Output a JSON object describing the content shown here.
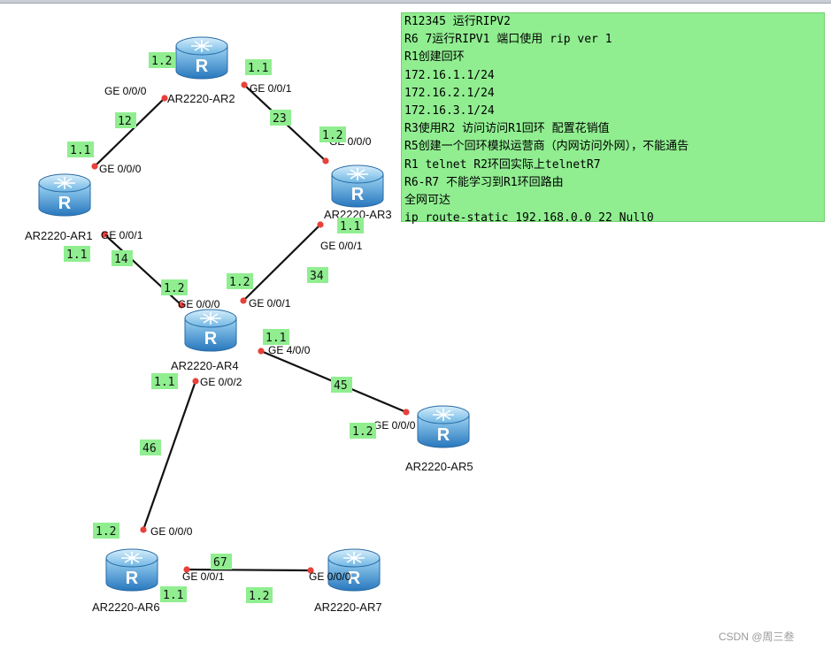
{
  "notes": [
    "R12345 运行RIPV2",
    "R6 7运行RIPV1 端口使用 rip ver 1",
    "R1创建回环",
    "172.16.1.1/24",
    "172.16.2.1/24",
    "172.16.3.1/24",
    "R3使用R2 访问访问R1回环 配置花销值",
    "R5创建一个回环模拟运营商（内网访问外网），不能通告",
    "R1 telnet R2环回实际上telnetR7",
    "R6-R7 不能学习到R1环回路由",
    "全网可达",
    "ip route-static 192.168.0.0 22 Null0"
  ],
  "routers": {
    "ar1": {
      "name": "AR2220-AR1",
      "icon": "R"
    },
    "ar2": {
      "name": "AR2220-AR2",
      "icon": "R"
    },
    "ar3": {
      "name": "AR2220-AR3",
      "icon": "R"
    },
    "ar4": {
      "name": "AR2220-AR4",
      "icon": "R"
    },
    "ar5": {
      "name": "AR2220-AR5",
      "icon": "R"
    },
    "ar6": {
      "name": "AR2220-AR6",
      "icon": "R"
    },
    "ar7": {
      "name": "AR2220-AR7",
      "icon": "R"
    }
  },
  "links": {
    "l12": "12",
    "l23": "23",
    "l14": "14",
    "l34": "34",
    "l45": "45",
    "l46": "46",
    "l67": "67"
  },
  "ports": {
    "ar2_g000": "GE 0/0/0",
    "ar2_g001": "GE 0/0/1",
    "ar3_g000": "GE 0/0/0",
    "ar3_g001": "GE 0/0/1",
    "ar1_g000": "GE 0/0/0",
    "ar1_g001": "GE 0/0/1",
    "ar4_g000": "GE 0/0/0",
    "ar4_g001": "GE 0/0/1",
    "ar4_g400": "GE 4/0/0",
    "ar4_g002": "GE 0/0/2",
    "ar5_g000": "GE 0/0/0",
    "ar6_g000": "GE 0/0/0",
    "ar6_g001": "GE 0/0/1",
    "ar7_g000": "GE 0/0/0"
  },
  "addrs": {
    "ar2_left": "1.2",
    "ar2_right": "1.1",
    "ar3_top": "1.2",
    "ar3_bottom": "1.1",
    "ar1_top": "1.1",
    "ar1_bottom": "1.1",
    "ar4_left": "1.2",
    "ar4_top": "1.2",
    "ar4_right": "1.1",
    "ar4_bottom": "1.1",
    "ar5": "1.2",
    "ar6_top": "1.2",
    "ar6_right": "1.1",
    "ar7": "1.2"
  },
  "watermark": "CSDN @周三叁",
  "colors": {
    "note_bg": "#90ee90",
    "tag_bg": "#90ee90",
    "port_dot": "#e8413a",
    "router_top": "#7fc4ec",
    "router_bottom": "#2e7fc4",
    "link": "#111111"
  }
}
